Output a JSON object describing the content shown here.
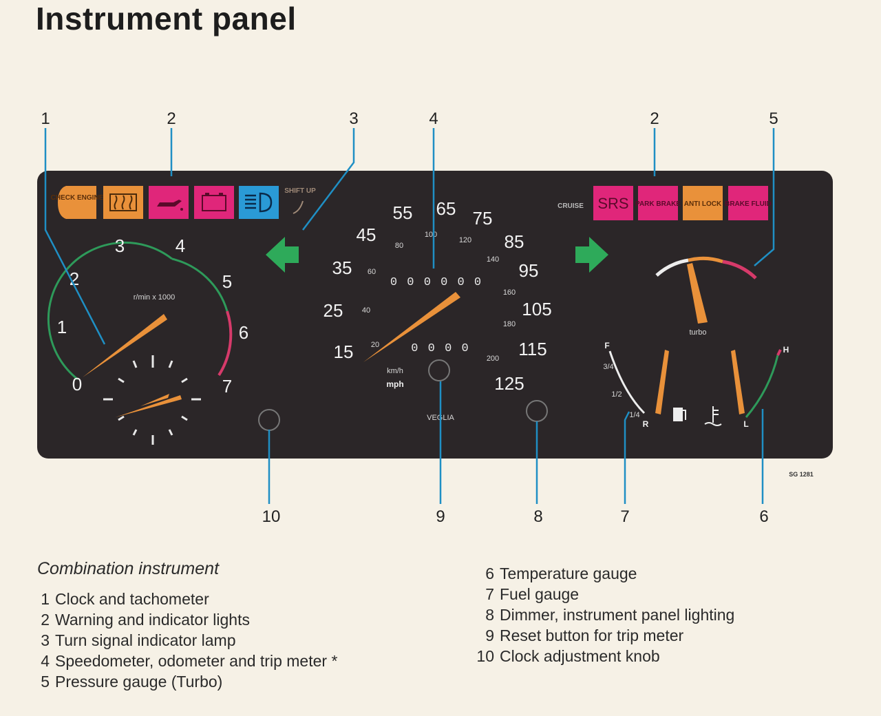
{
  "title": "Instrument panel",
  "diagram_code": "SG 1281",
  "callouts": {
    "top": [
      "1",
      "2",
      "3",
      "4",
      "2",
      "5"
    ],
    "bottom": [
      "10",
      "9",
      "8",
      "7",
      "6"
    ]
  },
  "lamps_left": [
    {
      "text": "CHECK ENGINE",
      "color": "#e9913a"
    },
    {
      "text": "",
      "icon": "rear-defrost-icon",
      "color": "#e9913a"
    },
    {
      "text": "",
      "icon": "oil-pressure-icon",
      "color": "#e0267a"
    },
    {
      "text": "",
      "icon": "battery-icon",
      "color": "#e0267a"
    },
    {
      "text": "",
      "icon": "high-beam-icon",
      "color": "#2a9ad6"
    }
  ],
  "shift_up": "SHIFT UP",
  "cruise": "CRUISE",
  "lamps_right": [
    {
      "text": "SRS",
      "color": "#e0267a"
    },
    {
      "text": "PARK BRAKE",
      "color": "#e0267a"
    },
    {
      "text": "ANTI LOCK",
      "color": "#e9913a"
    },
    {
      "text": "BRAKE FLUID",
      "color": "#e0267a"
    }
  ],
  "tachometer": {
    "ticks": [
      "0",
      "1",
      "2",
      "3",
      "4",
      "5",
      "6",
      "7"
    ],
    "unit": "r/min x 1000"
  },
  "speedometer": {
    "mph_ticks": [
      "15",
      "25",
      "35",
      "45",
      "55",
      "65",
      "75",
      "85",
      "95",
      "105",
      "115",
      "125"
    ],
    "kmh_ticks": [
      "20",
      "40",
      "60",
      "80",
      "100",
      "120",
      "140",
      "160",
      "180",
      "200"
    ],
    "odometer": "0 0 0 0 0 0",
    "trip": "0 0 0 0",
    "unit_kmh": "km/h",
    "unit_mph": "mph",
    "brand": "VEGLIA"
  },
  "turbo_label": "turbo",
  "fuel_labels": [
    "F",
    "3/4",
    "1/2",
    "1/4",
    "R"
  ],
  "temp_labels": [
    "H",
    "L"
  ],
  "legend": {
    "heading": "Combination instrument",
    "left": [
      {
        "num": "1",
        "text": "Clock and tachometer"
      },
      {
        "num": "2",
        "text": "Warning and indicator lights"
      },
      {
        "num": "3",
        "text": "Turn signal indicator lamp"
      },
      {
        "num": "4",
        "text": "Speedometer, odometer and trip meter *"
      },
      {
        "num": "5",
        "text": "Pressure gauge (Turbo)"
      }
    ],
    "right": [
      {
        "num": "6",
        "text": "Temperature gauge"
      },
      {
        "num": "7",
        "text": "Fuel gauge"
      },
      {
        "num": "8",
        "text": "Dimmer, instrument panel lighting"
      },
      {
        "num": "9",
        "text": "Reset button for trip meter"
      },
      {
        "num": "10",
        "text": "Clock adjustment knob"
      }
    ]
  },
  "colors": {
    "panel": "#2b2628",
    "callout_line": "#1f8fc4",
    "needle": "#e9913a",
    "green_arc": "#2e9a5a",
    "red_arc": "#d63a6a",
    "arrow": "#2eaa5a"
  }
}
